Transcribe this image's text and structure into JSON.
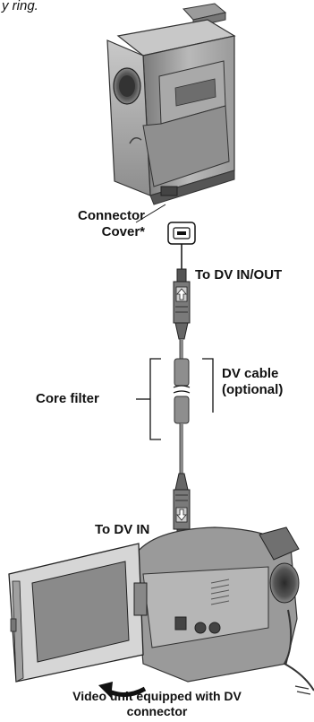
{
  "top_caption": "y ring.",
  "labels": {
    "connector_cover": "Connector\nCover*",
    "to_dv_in_out": "To DV IN/OUT",
    "core_filter": "Core filter",
    "dv_cable": "DV cable\n(optional)",
    "to_dv_in": "To DV IN",
    "caption": "Video unit equipped with DV\nconnector"
  },
  "icons": {
    "camcorder_top": "camcorder-icon",
    "dv_port": "dv-port-icon",
    "plug_up": "arrow-up-icon",
    "plug_down": "arrow-down-icon",
    "video_unit": "camcorder-icon"
  }
}
